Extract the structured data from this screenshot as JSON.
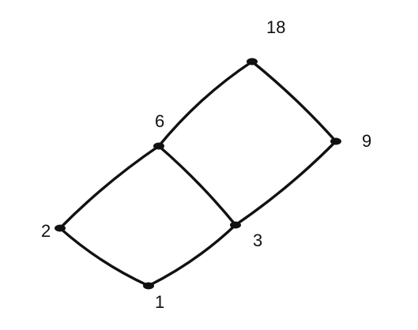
{
  "diagram": {
    "nodes": [
      {
        "id": "n1",
        "label": "1"
      },
      {
        "id": "n2",
        "label": "2"
      },
      {
        "id": "n3",
        "label": "3"
      },
      {
        "id": "n6",
        "label": "6"
      },
      {
        "id": "n9",
        "label": "9"
      },
      {
        "id": "n18",
        "label": "18"
      }
    ],
    "edges": [
      {
        "from": "n1",
        "to": "n2"
      },
      {
        "from": "n1",
        "to": "n3"
      },
      {
        "from": "n2",
        "to": "n6"
      },
      {
        "from": "n3",
        "to": "n6"
      },
      {
        "from": "n3",
        "to": "n9"
      },
      {
        "from": "n6",
        "to": "n18"
      },
      {
        "from": "n9",
        "to": "n18"
      }
    ],
    "stroke_color": "#111111",
    "background_color": "#ffffff"
  }
}
